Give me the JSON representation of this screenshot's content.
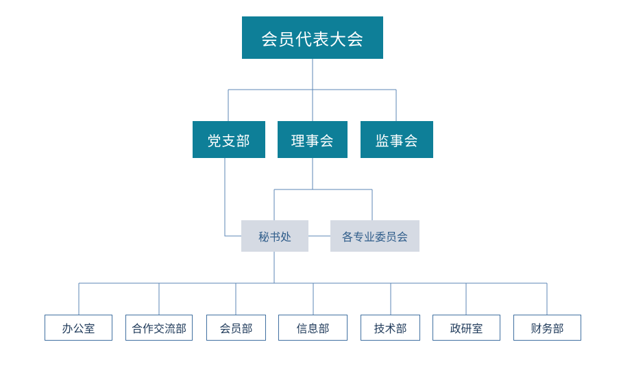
{
  "org": {
    "top": "会员代表大会",
    "party": "党支部",
    "council": "理事会",
    "supervisory": "监事会",
    "secretariat": "秘书处",
    "committees": "各专业委员会",
    "departments": [
      "办公室",
      "合作交流部",
      "会员部",
      "信息部",
      "技术部",
      "政研室",
      "财务部"
    ]
  },
  "colors": {
    "primary": "#0e7f98",
    "secondary": "#d5dae3",
    "secondary_text": "#2e5c8a",
    "line": "#5b86b5",
    "outline": "#3f6fa0"
  }
}
